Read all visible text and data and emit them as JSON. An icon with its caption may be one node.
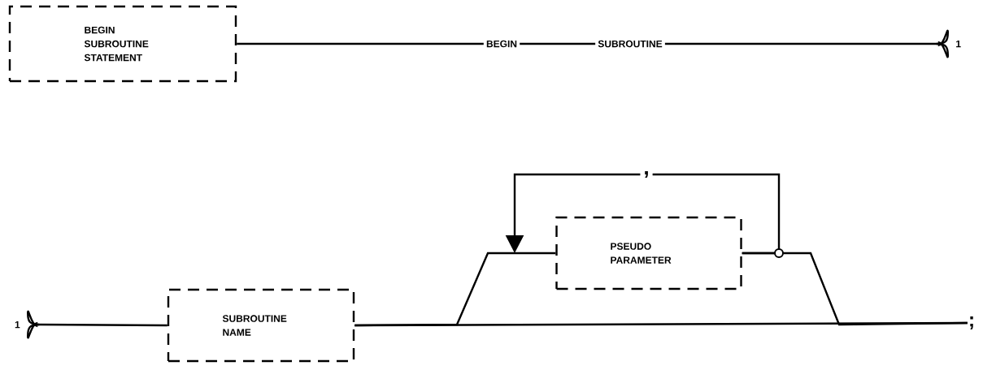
{
  "diagram": {
    "nodes": [
      {
        "text": [
          "BEGIN SUBROUTINE STATEMENT"
        ]
      },
      {
        "text": [
          "BEGIN"
        ]
      },
      {
        "text": [
          "SUBROUTINE"
        ]
      },
      {
        "text": [
          "1"
        ]
      },
      {
        "text": [
          "1"
        ]
      },
      {
        "text": [
          "SUBROUTINE NAME"
        ]
      },
      {
        "text": [
          "PSEUDO PARAMETER"
        ]
      },
      {
        "text": [
          ";"
        ]
      }
    ],
    "edges": [
      {
        "from": 0,
        "to": 1,
        "arrow": "none"
      },
      {
        "from": 1,
        "to": 2,
        "arrow": "none"
      },
      {
        "from": 2,
        "to": 3,
        "arrow": "none"
      },
      {
        "from": 4,
        "to": 5,
        "arrow": "none"
      },
      {
        "from": 5,
        "to": 6,
        "arrow": "none"
      },
      {
        "from": 6,
        "to": 7,
        "arrow": "none"
      },
      {
        "from": 5,
        "to": 7,
        "arrow": "none"
      },
      {
        "from": 6,
        "to": 6,
        "arrow": "to",
        "label": ","
      }
    ]
  }
}
